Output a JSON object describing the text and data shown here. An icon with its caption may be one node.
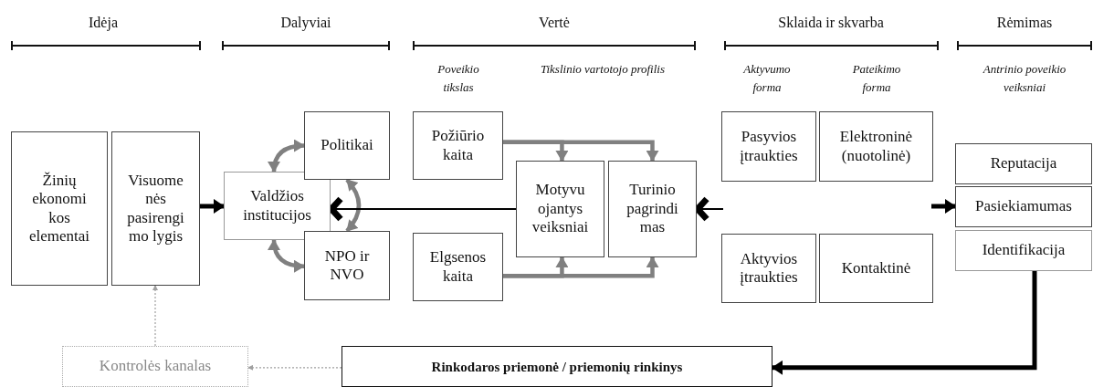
{
  "diagram": {
    "nodes": [
      {
        "text": [
          "Žinių ekonomi kos elementai"
        ]
      },
      {
        "text": [
          "Visuome nės pasirengi mo lygis"
        ]
      },
      {
        "text": [
          "Politikai"
        ]
      },
      {
        "text": [
          "Valdžios institucijos"
        ]
      },
      {
        "text": [
          "NPO ir NVO"
        ]
      },
      {
        "text": [
          "Požiūrio kaita"
        ]
      },
      {
        "text": [
          "Elgsenos kaita"
        ]
      },
      {
        "text": [
          "Motyvu ojantys veiksniai"
        ]
      },
      {
        "text": [
          "Turinio pagrindi mas"
        ]
      },
      {
        "text": [
          "Pasyvios įtraukties"
        ]
      },
      {
        "text": [
          "Elektroninė (nuotolinė)"
        ]
      },
      {
        "text": [
          "Aktyvios įtraukties"
        ]
      },
      {
        "text": [
          "Kontaktinė"
        ]
      },
      {
        "text": [
          "Reputacija"
        ]
      },
      {
        "text": [
          "Pasiekiamumas"
        ]
      },
      {
        "text": [
          "Identifikacija"
        ]
      },
      {
        "text": [
          "Kontrolės kanalas"
        ]
      },
      {
        "text": [
          "Rinkodaros priemonė / priemonių rinkinys"
        ]
      }
    ],
    "edges": [
      {
        "from": 1,
        "to": 3,
        "arrow": "to",
        "color": "#000000"
      },
      {
        "from": 3,
        "to": 2,
        "arrow": "both"
      },
      {
        "from": 3,
        "to": 4,
        "arrow": "both"
      },
      {
        "from": 2,
        "to": 4,
        "arrow": "both"
      },
      {
        "from": 7,
        "to": 3,
        "arrow": "to",
        "color": "#000000"
      },
      {
        "from": null,
        "to": 8,
        "arrow": "to",
        "color": "#000000"
      },
      {
        "from": 5,
        "to": 7,
        "arrow": "to"
      },
      {
        "from": 5,
        "to": 8,
        "arrow": "to"
      },
      {
        "from": 6,
        "to": 7,
        "arrow": "to"
      },
      {
        "from": 6,
        "to": 8,
        "arrow": "to"
      },
      {
        "from": null,
        "to": 14,
        "arrow": "to",
        "color": "#000000"
      },
      {
        "from": 15,
        "to": 17,
        "arrow": "to",
        "color": "#000000"
      },
      {
        "from": 17,
        "to": 16,
        "arrow": "to",
        "style": "dashed",
        "color": "#a0a0a0"
      },
      {
        "from": 16,
        "to": 1,
        "arrow": "to",
        "style": "dashed",
        "color": "#a0a0a0"
      }
    ],
    "labels": [
      "Idėja",
      "Dalyviai",
      "Vertė",
      "Sklaida ir skvarba",
      "Rėmimas",
      "Poveikio tikslas",
      "Tikslinio vartotojo profilis",
      "Aktyvumo forma",
      "Pateikimo forma",
      "Antrinio poveikio veiksniai"
    ]
  }
}
